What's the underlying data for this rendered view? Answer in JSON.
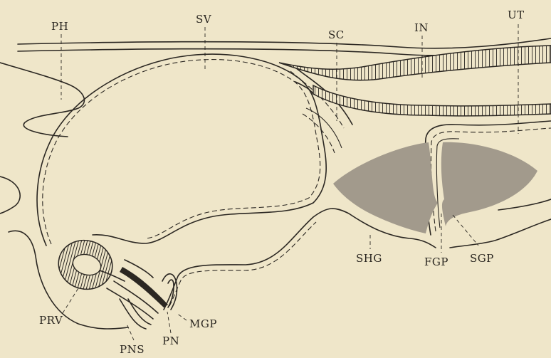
{
  "labels": {
    "ph": "PH",
    "sv": "SV",
    "sc": "SC",
    "in": "IN",
    "ut": "UT",
    "shg": "SHG",
    "fgp": "FGP",
    "sgp": "SGP",
    "prv": "PRV",
    "pns": "PNS",
    "pn": "PN",
    "mgp": "MGP"
  },
  "colors": {
    "paper": "#efe6c9",
    "ink": "#2b2722",
    "stipple": "#a29a8c"
  }
}
